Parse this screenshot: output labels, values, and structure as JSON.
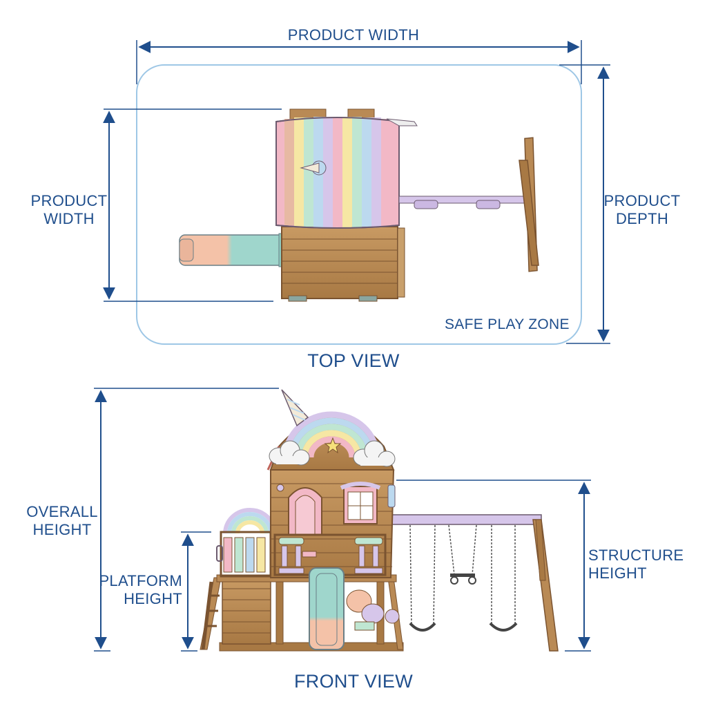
{
  "colors": {
    "dimension": "#1f4e8c",
    "zone_outline": "#9ec7e6",
    "wood": "#b98a55",
    "wood_dark": "#7a5330",
    "pastel_pink": "#f2b8c6",
    "pastel_mint": "#bfe6d2",
    "pastel_blue": "#bcd9ef",
    "pastel_yellow": "#f6e7a4",
    "pastel_lilac": "#d6c6ea",
    "slide_teal": "#9fd6cc",
    "slide_peach": "#f4c2a8"
  },
  "top_view": {
    "title": "TOP VIEW",
    "dimensions": {
      "top": "PRODUCT WIDTH",
      "left_line1": "PRODUCT",
      "left_line2": "WIDTH",
      "right_line1": "PRODUCT",
      "right_line2": "DEPTH"
    },
    "zone_label": "SAFE PLAY ZONE",
    "icons": [
      "unicorn-horn-icon"
    ]
  },
  "front_view": {
    "title": "FRONT VIEW",
    "dimensions": {
      "overall_line1": "OVERALL",
      "overall_line2": "HEIGHT",
      "platform_line1": "PLATFORM",
      "platform_line2": "HEIGHT",
      "structure_line1": "STRUCTURE",
      "structure_line2": "HEIGHT"
    },
    "icons": [
      "unicorn-horn-icon",
      "rainbow-icon",
      "star-icon",
      "cloud-icon"
    ]
  }
}
